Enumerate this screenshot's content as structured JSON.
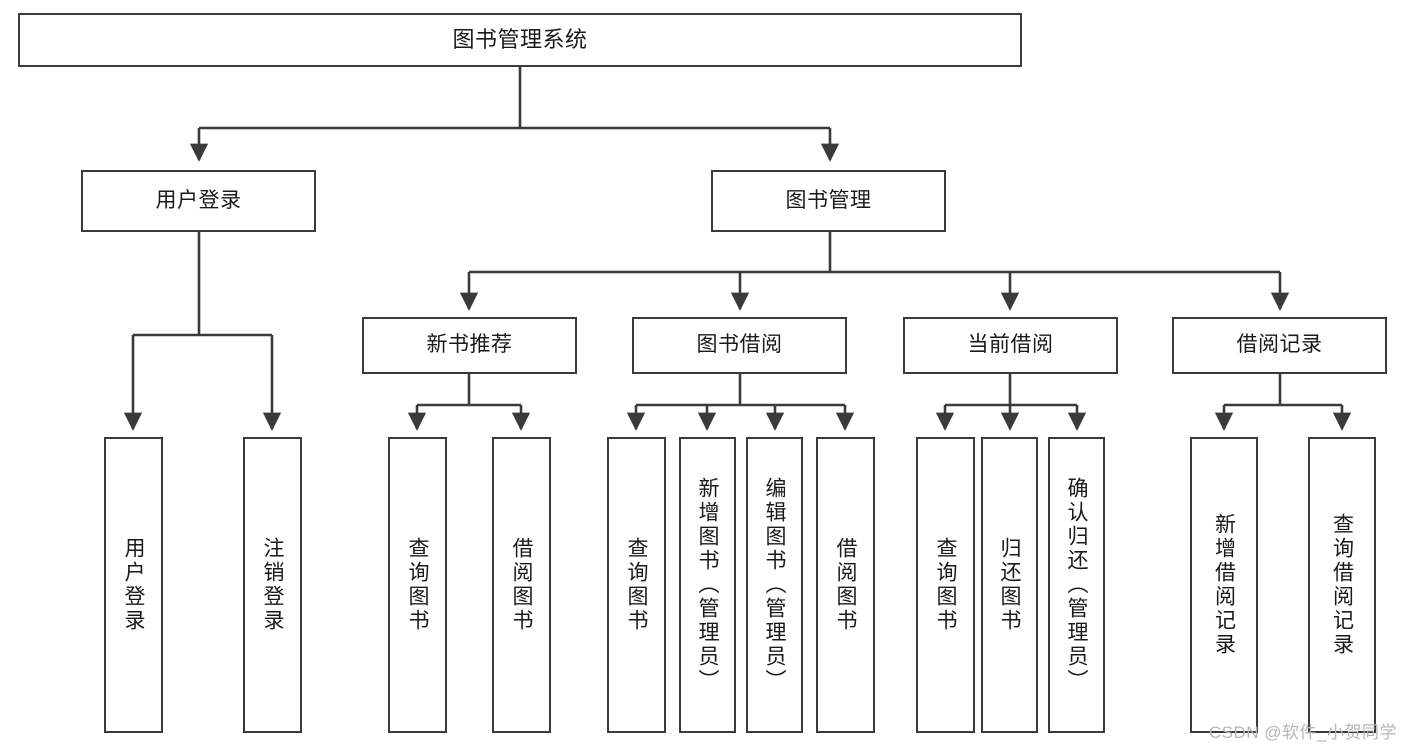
{
  "diagram": {
    "type": "tree",
    "title": "图书管理系统",
    "root": {
      "label": "图书管理系统",
      "children": [
        {
          "label": "用户登录",
          "children": [
            {
              "label": "用户登录"
            },
            {
              "label": "注销登录"
            }
          ]
        },
        {
          "label": "图书管理",
          "children": [
            {
              "label": "新书推荐",
              "children": [
                {
                  "label": "查询图书"
                },
                {
                  "label": "借阅图书"
                }
              ]
            },
            {
              "label": "图书借阅",
              "children": [
                {
                  "label": "查询图书"
                },
                {
                  "label": "新增图书（管理员）"
                },
                {
                  "label": "编辑图书（管理员）"
                },
                {
                  "label": "借阅图书"
                }
              ]
            },
            {
              "label": "当前借阅",
              "children": [
                {
                  "label": "查询图书"
                },
                {
                  "label": "归还图书"
                },
                {
                  "label": "确认归还（管理员）"
                }
              ]
            },
            {
              "label": "借阅记录",
              "children": [
                {
                  "label": "新增借阅记录"
                },
                {
                  "label": "查询借阅记录"
                }
              ]
            }
          ]
        }
      ]
    }
  },
  "nodes": {
    "root": "图书管理系统",
    "l1": {
      "user_login": "用户登录",
      "book_manage": "图书管理"
    },
    "l2": {
      "new_book_recommend": "新书推荐",
      "book_borrow": "图书借阅",
      "current_borrow": "当前借阅",
      "borrow_record": "借阅记录"
    },
    "l3": {
      "user_login_leaf": "用户登录",
      "logout_leaf": "注销登录",
      "query_book_a": "查询图书",
      "borrow_book_a": "借阅图书",
      "query_book_b": "查询图书",
      "add_book_admin": "新增图书（管理员）",
      "edit_book_admin": "编辑图书（管理员）",
      "borrow_book_b": "借阅图书",
      "query_book_c": "查询图书",
      "return_book": "归还图书",
      "confirm_return_admin": "确认归还（管理员）",
      "add_borrow_record": "新增借阅记录",
      "query_borrow_record": "查询借阅记录"
    }
  },
  "watermark": "CSDN @软件_小贺同学",
  "colors": {
    "stroke": "#3a3a3a",
    "background": "#ffffff",
    "text": "#1a1a1a",
    "watermark": "#b6b6b6"
  }
}
